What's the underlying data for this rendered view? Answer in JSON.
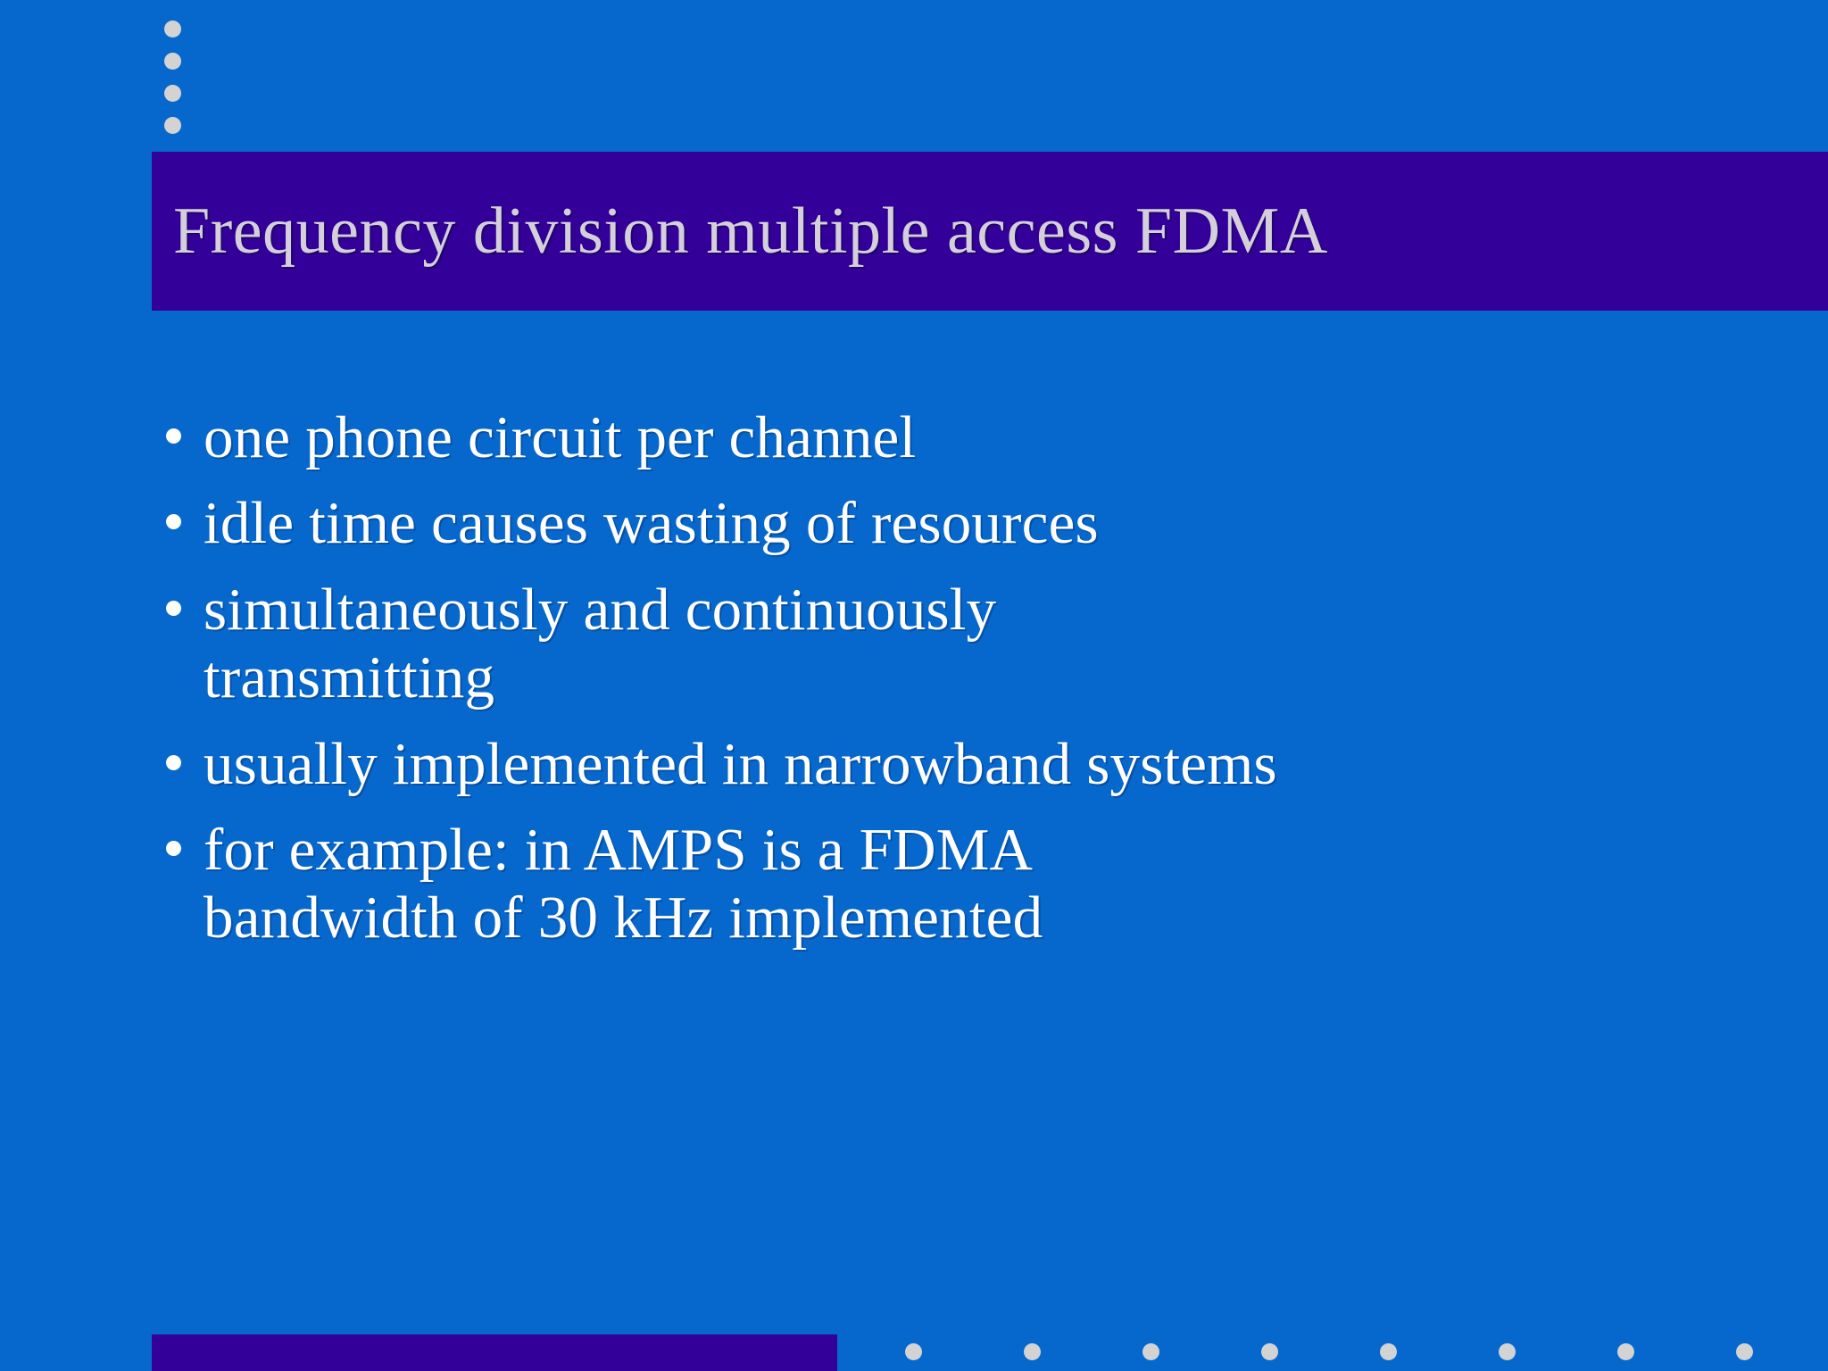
{
  "slide": {
    "background_color": "#0668cc",
    "accent_color": "#330099",
    "title_text_color": "#d4cfdb",
    "body_text_color": "#ffffff",
    "decoration_dot_color": "#d3d3d3"
  },
  "title": {
    "text": "Frequency division multiple access FDMA"
  },
  "body": {
    "bullets": [
      {
        "text": "one phone circuit per channel"
      },
      {
        "text": "idle time causes wasting of resources"
      },
      {
        "text": "simultaneously and continuously transmitting"
      },
      {
        "text": "usually implemented in narrowband systems"
      },
      {
        "text": "for example: in AMPS is a FDMA bandwidth of 30 kHz implemented"
      }
    ]
  },
  "decorations": {
    "top_dots_count": 4,
    "bottom_dots_count": 8
  }
}
